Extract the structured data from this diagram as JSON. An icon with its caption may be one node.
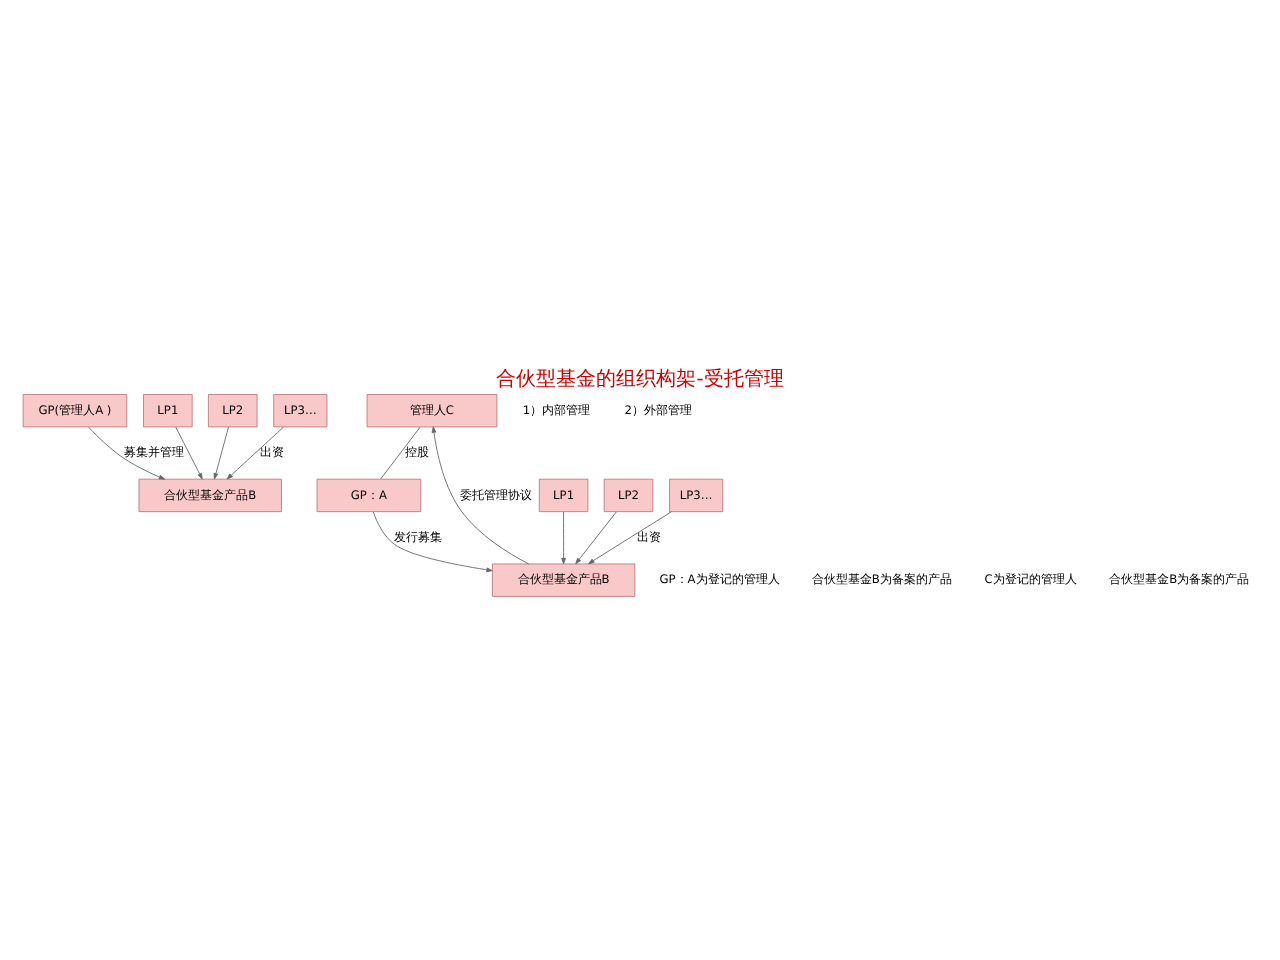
{
  "diagram": {
    "title": "合伙型基金的组织构架-受托管理",
    "nodes": [
      {
        "text": [
          "GP(管理人A )"
        ]
      },
      {
        "text": [
          "LP1"
        ]
      },
      {
        "text": [
          "LP2"
        ]
      },
      {
        "text": [
          "LP3…"
        ]
      },
      {
        "text": [
          "合伙型基金产品B"
        ]
      },
      {
        "text": [
          "管理人C"
        ]
      },
      {
        "text": [
          "GP：A"
        ]
      },
      {
        "text": [
          "LP1"
        ]
      },
      {
        "text": [
          "LP2"
        ]
      },
      {
        "text": [
          "LP3…"
        ]
      },
      {
        "text": [
          "合伙型基金产品B"
        ]
      }
    ],
    "edges": [
      {
        "from": 0,
        "to": 4,
        "arrow": "to",
        "label": "募集并管理"
      },
      {
        "from": 1,
        "to": 4,
        "arrow": "to"
      },
      {
        "from": 2,
        "to": 4,
        "arrow": "to"
      },
      {
        "from": 3,
        "to": 4,
        "arrow": "to",
        "label": "出资"
      },
      {
        "from": 5,
        "to": 6,
        "arrow": "none",
        "label": "控股"
      },
      {
        "from": 10,
        "to": 5,
        "arrow": "to",
        "label": "委托管理协议"
      },
      {
        "from": 6,
        "to": 10,
        "arrow": "to",
        "label": "发行募集"
      },
      {
        "from": 7,
        "to": 10,
        "arrow": "to"
      },
      {
        "from": 8,
        "to": 10,
        "arrow": "to"
      },
      {
        "from": 9,
        "to": 10,
        "arrow": "to",
        "label": "出资"
      }
    ],
    "labels": [
      "1）内部管理",
      "2）外部管理",
      "GP：A为登记的管理人",
      "合伙型基金B为备案的产品",
      "C为登记的管理人",
      "合伙型基金B为备案的产品"
    ]
  }
}
